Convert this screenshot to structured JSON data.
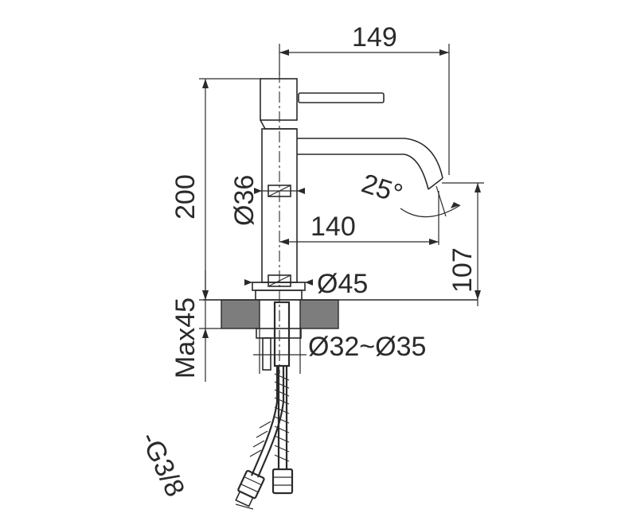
{
  "drawing": {
    "dimensions": {
      "overall_reach": "149",
      "spout_reach": "140",
      "height": "200",
      "spout_height": "107",
      "body_diameter": "Ø36",
      "base_diameter": "Ø45",
      "hole_diameter": "Ø32~Ø35",
      "max_deck_thickness": "Max45",
      "spout_angle": "25°",
      "connection": "-G3/8"
    }
  }
}
